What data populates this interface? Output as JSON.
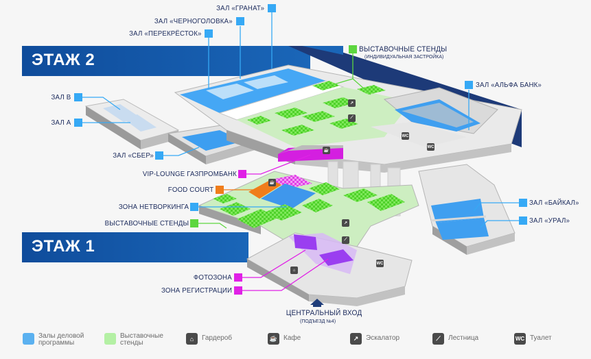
{
  "floors": [
    {
      "label": "ЭТАЖ 2"
    },
    {
      "label": "ЭТАЖ 1"
    }
  ],
  "colors": {
    "banner": "#0f4c9b",
    "banner_dark": "#1d3a78",
    "halls": "#36a9f5",
    "stands": "#5dd63f",
    "food_court": "#f07d1b",
    "magenta": "#e020e6",
    "label_text": "#1b2a5c"
  },
  "floor2_labels": {
    "granat": "ЗАЛ «ГРАНАТ»",
    "chernogolovka": "ЗАЛ «ЧЕРНОГОЛОВКА»",
    "perekrestok": "ЗАЛ «ПЕРЕКРЁСТОК»",
    "stands_title": "ВЫСТАВОЧНЫЕ СТЕНДЫ",
    "stands_sub": "(ИНДИВИДУАЛЬНАЯ ЗАСТРОЙКА)",
    "alfa_bank": "ЗАЛ «АЛЬФА БАНК»",
    "hall_v": "ЗАЛ В",
    "hall_a": "ЗАЛ А",
    "sber": "ЗАЛ «СБЕР»",
    "vip_lounge": "VIP-LOUNGE ГАЗПРОМБАНК"
  },
  "floor1_labels": {
    "food_court": "FOOD COURT",
    "networking": "ЗОНА НЕТВОРКИНГА",
    "stands": "ВЫСТАВОЧНЫЕ СТЕНДЫ",
    "baikal": "ЗАЛ «БАЙКАЛ»",
    "ural": "ЗАЛ «УРАЛ»",
    "photo_zone": "ФОТОЗОНА",
    "registration": "ЗОНА РЕГИСТРАЦИИ",
    "entrance": "ЦЕНТРАЛЬНЫЙ ВХОД",
    "entrance_sub": "(ПОДЪЕЗД №4)"
  },
  "map_icons": {
    "wc": "WC",
    "cafe": "☕",
    "escalator": "↗",
    "stairs": "⟋",
    "wardrobe": "⌂"
  },
  "legend": [
    {
      "icon": "hall-swatch",
      "label": "Залы деловой программы",
      "color": "#5bb1f0"
    },
    {
      "icon": "stand-swatch",
      "label": "Выставочные стенды",
      "color": "#b4f0a4"
    },
    {
      "icon": "wardrobe-icon",
      "label": "Гардероб",
      "glyph": "⌂"
    },
    {
      "icon": "cafe-icon",
      "label": "Кафе",
      "glyph": "☕"
    },
    {
      "icon": "escalator-icon",
      "label": "Эскалатор",
      "glyph": "↗"
    },
    {
      "icon": "stairs-icon",
      "label": "Лестница",
      "glyph": "⟋"
    },
    {
      "icon": "toilet-icon",
      "label": "Туалет",
      "glyph": "WC"
    }
  ]
}
